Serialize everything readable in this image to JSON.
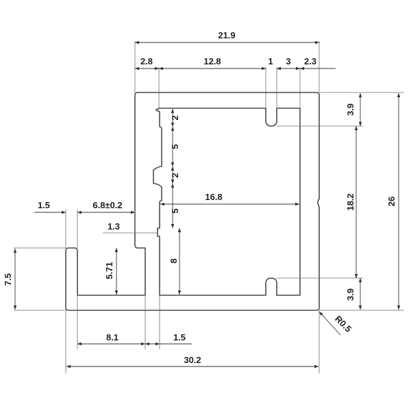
{
  "drawing": {
    "dimensions": {
      "overall_inner_width": "21.9",
      "wall_left": "2.8",
      "inner_span": "12.8",
      "slot_width": "1",
      "slot_offset": "3",
      "wall_right": "2.3",
      "slot_depth_top": "3.9",
      "inner_height": "18.2",
      "overall_height": "26",
      "slot_depth_bottom": "3.9",
      "radius": "R0.5",
      "lip": "1.5",
      "gap_width": "6.8±0.2",
      "gap_step": "1.3",
      "gap_depth": "5.71",
      "lip_height": "7.5",
      "notch_a": "2",
      "notch_b": "5",
      "notch_c": "2",
      "notch_d": "5",
      "inner_mid": "8",
      "center_width": "16.8",
      "bottom_span": "8.1",
      "bottom_wall": "1.5",
      "overall_width": "30.2"
    }
  }
}
